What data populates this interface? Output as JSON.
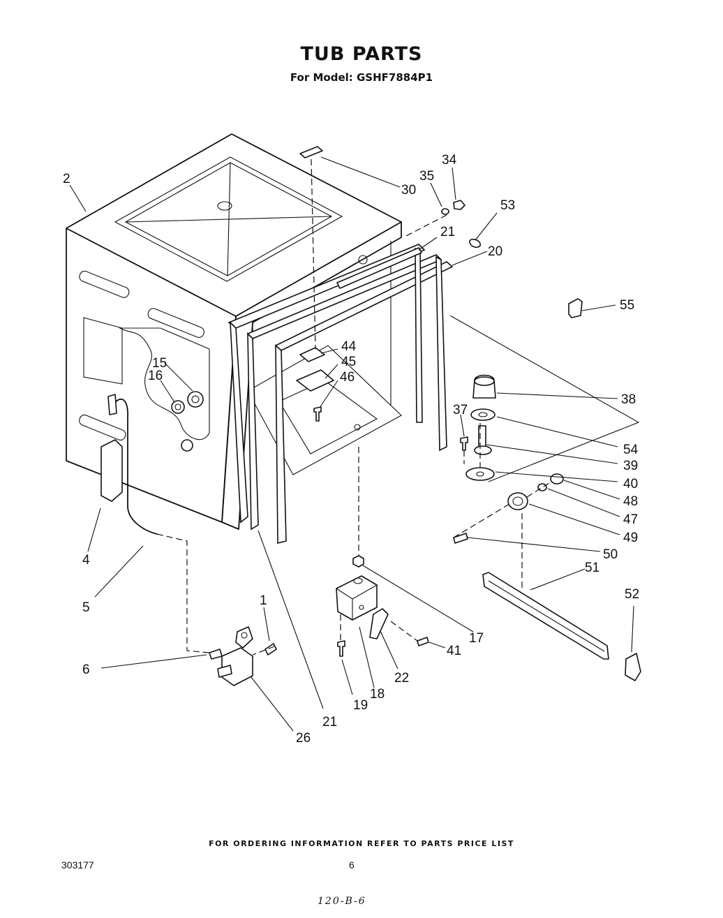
{
  "header": {
    "title": "TUB PARTS",
    "subtitle": "For Model: GSHF7884P1"
  },
  "callouts": {
    "p1": "1",
    "p2": "2",
    "p4": "4",
    "p5": "5",
    "p6": "6",
    "p15": "15",
    "p16": "16",
    "p17": "17",
    "p18": "18",
    "p19": "19",
    "p20": "20",
    "p21a": "21",
    "p21b": "21",
    "p22": "22",
    "p26": "26",
    "p30": "30",
    "p34": "34",
    "p35": "35",
    "p37": "37",
    "p38": "38",
    "p39": "39",
    "p40": "40",
    "p41": "41",
    "p44": "44",
    "p45": "45",
    "p46": "46",
    "p47": "47",
    "p48": "48",
    "p49": "49",
    "p50": "50",
    "p51": "51",
    "p52": "52",
    "p53": "53",
    "p54": "54",
    "p55": "55"
  },
  "footer": {
    "note": "FOR ORDERING INFORMATION REFER TO PARTS PRICE LIST",
    "doc_number": "303177",
    "page_number": "6",
    "handwritten": "120-B-6"
  }
}
